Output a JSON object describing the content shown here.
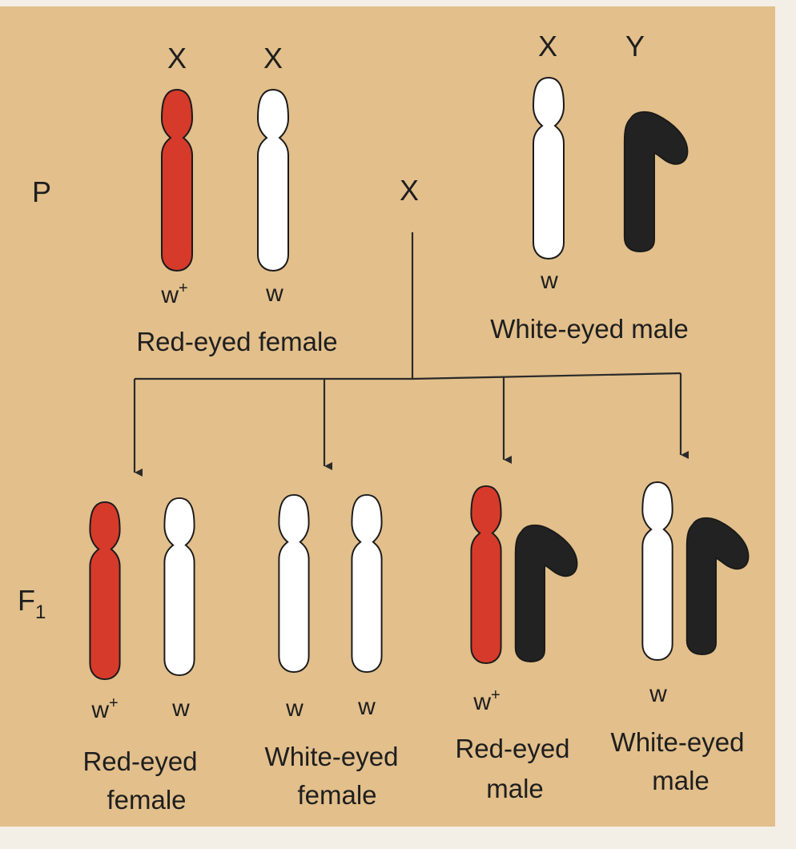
{
  "colors": {
    "background": "#e2bf8b",
    "page_edge": "#f4efe6",
    "red": "#d63a2a",
    "white": "#ffffff",
    "black": "#222222",
    "outline": "#1a1a1a",
    "line": "#2a2a2a"
  },
  "parental": {
    "generation_label": "P",
    "cross_symbol": "X",
    "female": {
      "chromosome_labels": [
        "X",
        "X"
      ],
      "alleles": [
        {
          "base": "w",
          "sup": "+"
        },
        {
          "base": "w",
          "sup": ""
        }
      ],
      "fills": [
        "red",
        "white"
      ],
      "caption": "Red-eyed female"
    },
    "male": {
      "chromosome_labels": [
        "X",
        "Y"
      ],
      "allele": "w",
      "caption": "White-eyed male"
    }
  },
  "f1": {
    "generation_label": "F",
    "generation_subscript": "1",
    "offspring": [
      {
        "alleles": [
          {
            "base": "w",
            "sup": "+"
          },
          {
            "base": "w",
            "sup": ""
          }
        ],
        "caption": [
          "Red-eyed",
          "female"
        ]
      },
      {
        "alleles": [
          {
            "base": "w",
            "sup": ""
          },
          {
            "base": "w",
            "sup": ""
          }
        ],
        "caption": [
          "White-eyed",
          "female"
        ]
      },
      {
        "alleles": [
          {
            "base": "w",
            "sup": "+"
          }
        ],
        "caption": [
          "Red-eyed",
          "male"
        ]
      },
      {
        "alleles": [
          {
            "base": "w",
            "sup": ""
          }
        ],
        "caption": [
          "White-eyed",
          "male"
        ]
      }
    ]
  }
}
